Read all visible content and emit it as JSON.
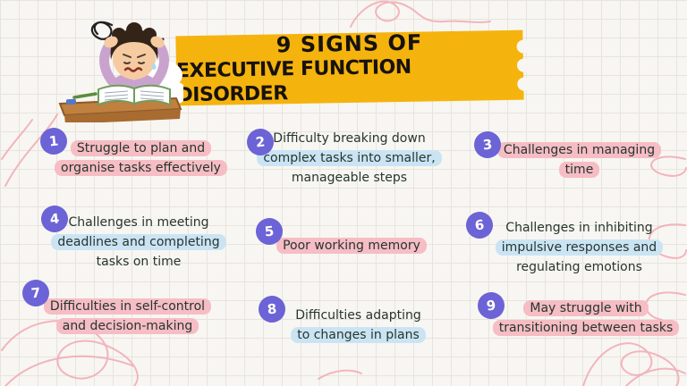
{
  "title": {
    "line1": "9 SIGNS OF",
    "line2": "EXECUTIVE FUNCTION DISORDER"
  },
  "illustration": {
    "description": "Overwhelmed student clutching head at a desk with an open book"
  },
  "colors": {
    "paper": "#F8F6F2",
    "grid_line": "#E8E4DD",
    "banner_yellow": "#F5B30D",
    "badge_purple": "#6C63D6",
    "text_dark": "#26352E",
    "highlight_pink": "#F6BDC4",
    "highlight_blue": "#CBE4F4",
    "doodle_pink": "#F2A9B3"
  },
  "signs": [
    {
      "number": "1",
      "lines": [
        {
          "text": "Struggle to plan and",
          "highlight": "pink"
        },
        {
          "text": "organise tasks effectively",
          "highlight": "pink"
        }
      ]
    },
    {
      "number": "2",
      "lines": [
        {
          "text": "Difficulty breaking down",
          "highlight": "none"
        },
        {
          "text": "complex tasks into smaller,",
          "highlight": "blue"
        },
        {
          "text": "manageable steps",
          "highlight": "none"
        }
      ]
    },
    {
      "number": "3",
      "lines": [
        {
          "text": "Challenges in managing",
          "highlight": "pink"
        },
        {
          "text": "time",
          "highlight": "pink"
        }
      ]
    },
    {
      "number": "4",
      "lines": [
        {
          "text": "Challenges in meeting",
          "highlight": "none"
        },
        {
          "text": "deadlines and completing",
          "highlight": "blue"
        },
        {
          "text": "tasks on time",
          "highlight": "none"
        }
      ]
    },
    {
      "number": "5",
      "lines": [
        {
          "text": "Poor working memory",
          "highlight": "pink"
        }
      ]
    },
    {
      "number": "6",
      "lines": [
        {
          "text": "Challenges in inhibiting",
          "highlight": "none"
        },
        {
          "text": "impulsive responses and",
          "highlight": "blue"
        },
        {
          "text": "regulating emotions",
          "highlight": "none"
        }
      ]
    },
    {
      "number": "7",
      "lines": [
        {
          "text": "Difficulties in self-control",
          "highlight": "pink"
        },
        {
          "text": "and decision-making",
          "highlight": "pink"
        }
      ]
    },
    {
      "number": "8",
      "lines": [
        {
          "text": "Difficulties adapting",
          "highlight": "none"
        },
        {
          "text": "to changes in plans",
          "highlight": "blue"
        }
      ]
    },
    {
      "number": "9",
      "lines": [
        {
          "text": "May struggle with",
          "highlight": "pink"
        },
        {
          "text": "transitioning between tasks",
          "highlight": "pink"
        }
      ]
    }
  ]
}
